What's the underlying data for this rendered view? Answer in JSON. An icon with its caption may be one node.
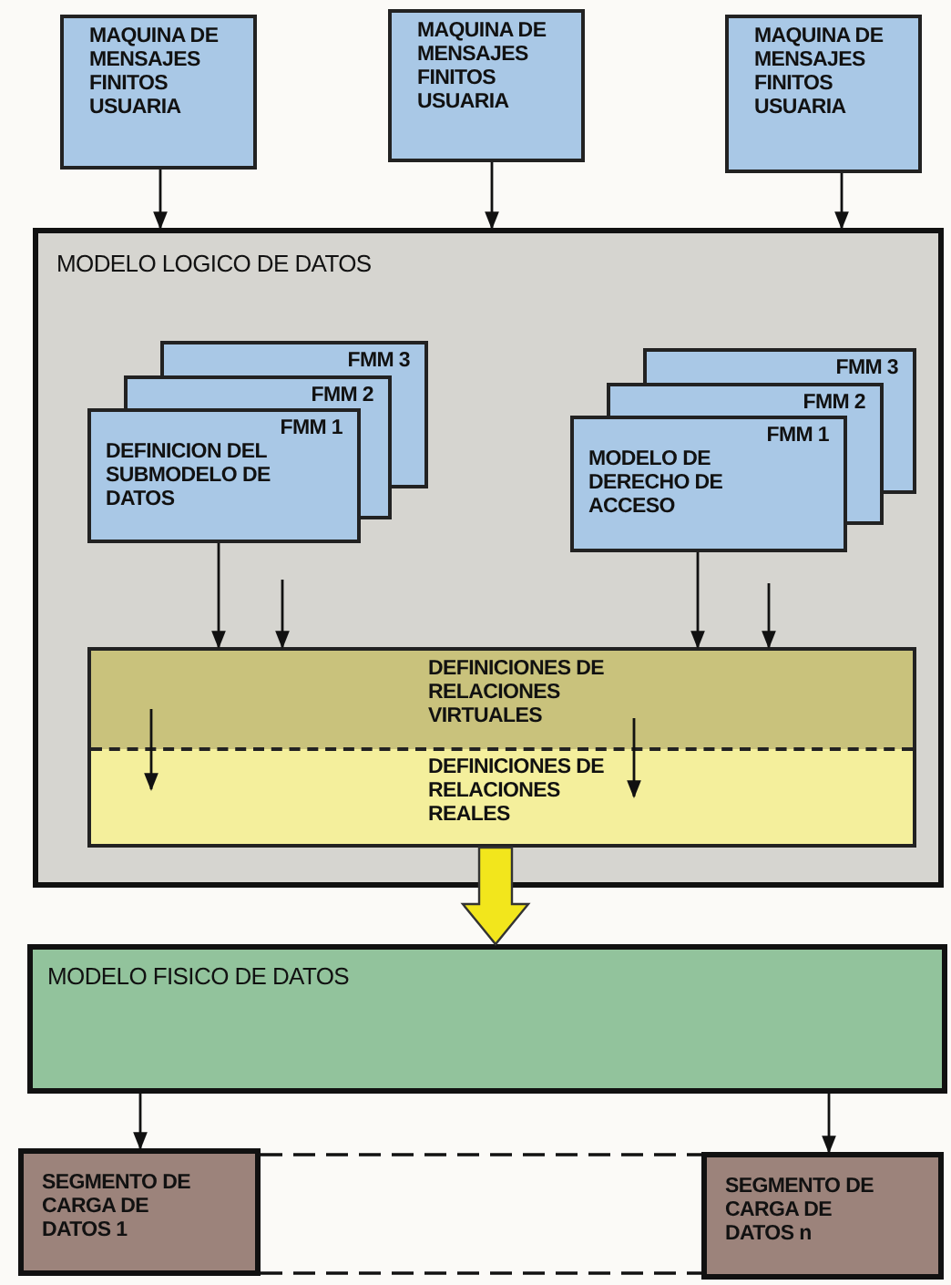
{
  "diagram": {
    "nodes": [
      {
        "text": [
          "MAQUINA DE MENSAJES FINITOS USUARIA"
        ]
      },
      {
        "text": [
          "MAQUINA DE MENSAJES FINITOS USUARIA"
        ]
      },
      {
        "text": [
          "MAQUINA DE MENSAJES FINITOS USUARIA"
        ]
      },
      {
        "text": [
          "MODELO LOGICO DE DATOS"
        ]
      },
      {
        "text": [
          "FMM 3"
        ],
        "in": 3
      },
      {
        "text": [
          "FMM 2"
        ],
        "in": 3
      },
      {
        "text": [
          "FMM 1",
          "DEFINICION DEL SUBMODELO DE DATOS"
        ],
        "in": 3
      },
      {
        "text": [
          "FMM 3"
        ],
        "in": 3
      },
      {
        "text": [
          "FMM 2"
        ],
        "in": 3
      },
      {
        "text": [
          "FMM 1",
          "MODELO DE DERECHO DE ACCESO"
        ],
        "in": 3
      },
      {
        "text": [
          "DEFINICIONES DE RELACIONES VIRTUALES",
          "DEFINICIONES DE RELACIONES REALES"
        ],
        "in": 3
      },
      {
        "text": [
          "MODELO FISICO DE DATOS"
        ]
      },
      {
        "text": [
          "SEGMENTO DE CARGA DE DATOS 1"
        ]
      },
      {
        "text": [
          "SEGMENTO DE CARGA DE DATOS n"
        ]
      }
    ],
    "edges": [
      {
        "from": 0,
        "to": 3,
        "arrow": "to"
      },
      {
        "from": 1,
        "to": 3,
        "arrow": "to"
      },
      {
        "from": 2,
        "to": 3,
        "arrow": "to"
      },
      {
        "from": 6,
        "to": 10,
        "arrow": "to"
      },
      {
        "from": 9,
        "to": 10,
        "arrow": "to"
      },
      {
        "from": null,
        "to": 10,
        "arrow": "to"
      },
      {
        "from": null,
        "to": 10,
        "arrow": "to"
      },
      {
        "from": 10,
        "to": 11,
        "arrow": "to",
        "style": "thick",
        "color": "#f2e61c"
      },
      {
        "from": 11,
        "to": 12,
        "arrow": "to"
      },
      {
        "from": 11,
        "to": 13,
        "arrow": "to"
      },
      {
        "from": 12,
        "to": 13,
        "arrow": "none",
        "style": "dashed"
      },
      {
        "from": 12,
        "to": 13,
        "arrow": "none",
        "style": "dashed"
      }
    ]
  }
}
